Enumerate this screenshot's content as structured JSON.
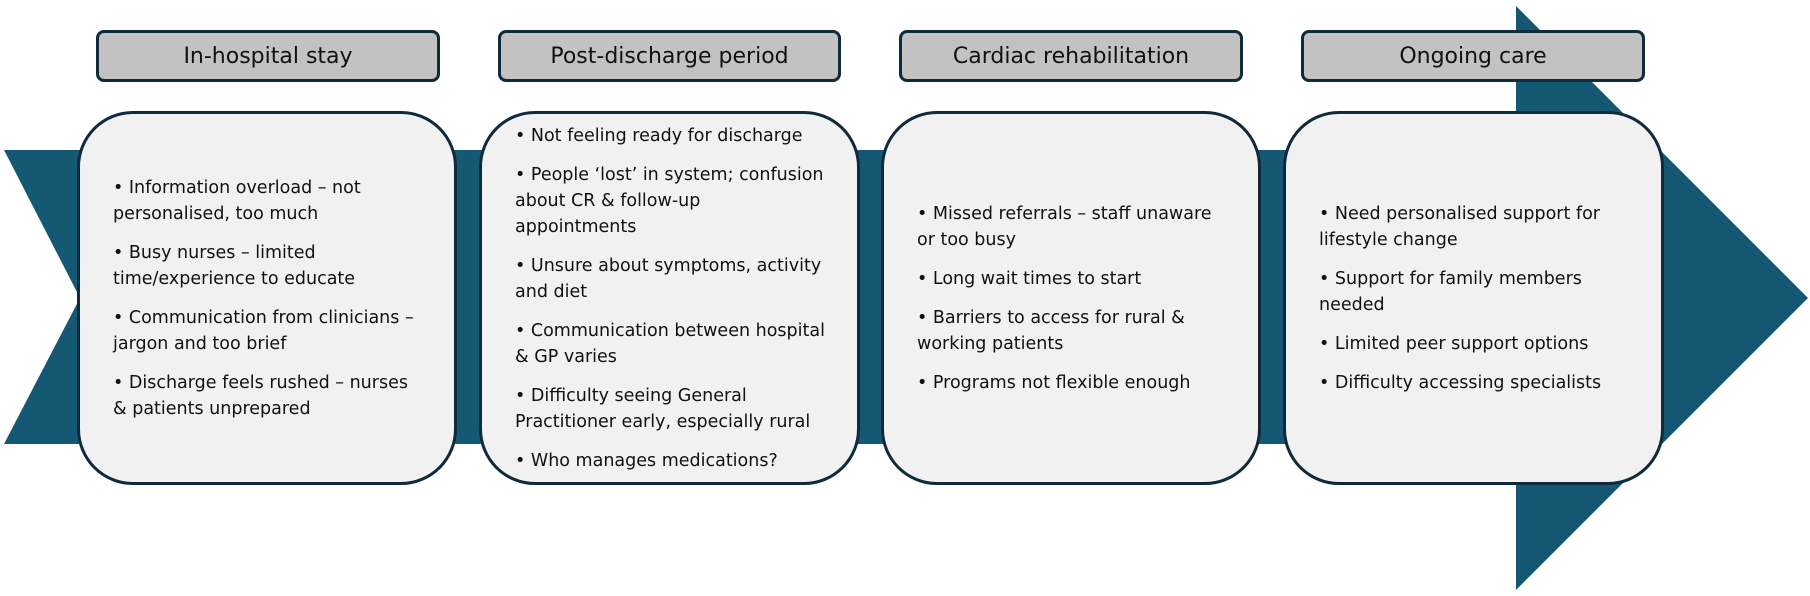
{
  "colors": {
    "arrow": "#155873",
    "card_fill": "#f1f1f1",
    "card_border": "#0f2a3a",
    "header_fill": "#c2c2c2"
  },
  "stages": [
    {
      "title": "In-hospital stay",
      "items": [
        "• Information overload – not personalised, too much",
        "• Busy nurses – limited time/experience to educate",
        "• Communication from clinicians – jargon and too brief",
        "• Discharge feels rushed – nurses & patients unprepared"
      ]
    },
    {
      "title": "Post-discharge period",
      "items": [
        "• Not feeling ready for discharge",
        "• People ‘lost’ in system; confusion about CR & follow-up appointments",
        "• Unsure about symptoms, activity and diet",
        "• Communication between hospital & GP varies",
        "• Difficulty seeing General Practitioner early, especially rural",
        "• Who manages medications?"
      ]
    },
    {
      "title": "Cardiac rehabilitation",
      "items": [
        "• Missed referrals – staff unaware or too busy",
        "• Long wait times to start",
        "• Barriers to access for rural & working patients",
        "• Programs not flexible enough"
      ]
    },
    {
      "title": "Ongoing care",
      "items": [
        "• Need personalised support for lifestyle change",
        "• Support for family members needed",
        "• Limited peer support options",
        "• Difficulty accessing specialists"
      ]
    }
  ]
}
